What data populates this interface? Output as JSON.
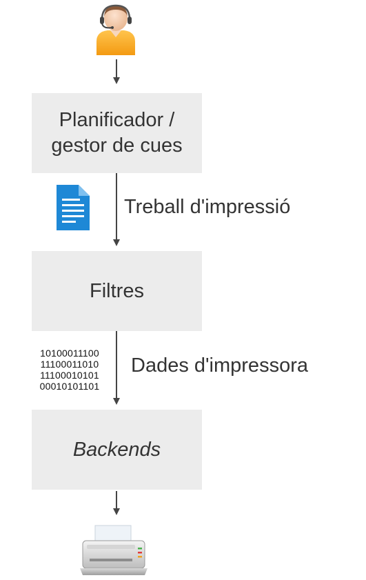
{
  "nodes": {
    "scheduler": {
      "lines": [
        "Planificador /",
        "gestor de cues"
      ]
    },
    "filters": {
      "label": "Filtres"
    },
    "backends": {
      "label": "Backends"
    }
  },
  "edges": {
    "job_label": "Treball d'impressió",
    "data_label": "Dades d'impressora"
  },
  "binary_lines": [
    "10100011100",
    "11100011010",
    "11100010101",
    "00010101101"
  ],
  "icons": {
    "top": "user-headset-icon",
    "document": "document-icon",
    "bottom": "printer-icon"
  },
  "colors": {
    "box_fill": "#ececec",
    "arrow": "#444444",
    "document": "#1e88d6",
    "user_shirt": "#f5a623"
  }
}
